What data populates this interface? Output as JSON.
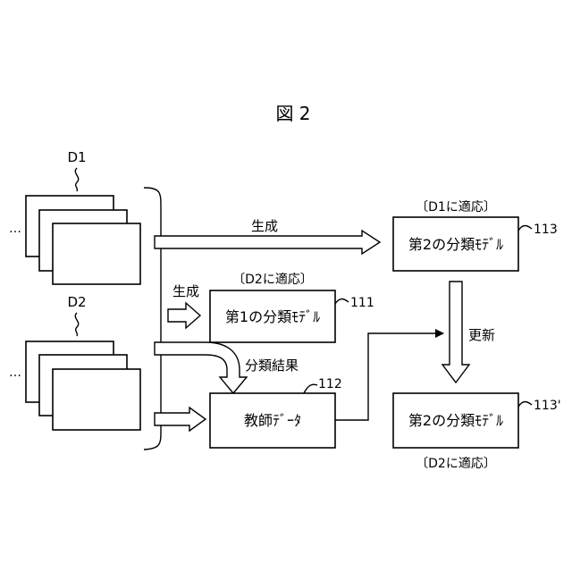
{
  "figure": {
    "title": "図 2"
  },
  "datasets": {
    "d1": {
      "label": "D1",
      "ellipsis": "…"
    },
    "d2": {
      "label": "D2",
      "ellipsis": "…"
    }
  },
  "arrows": {
    "generate_top": "生成",
    "generate_mid": "生成",
    "classification_result": "分類結果",
    "update": "更新"
  },
  "boxes": {
    "model_111": {
      "text": "第1の分類ﾓﾃﾞﾙ",
      "ref": "111",
      "tag": "〔D2に適応〕"
    },
    "model_113": {
      "text": "第2の分類ﾓﾃﾞﾙ",
      "ref": "113",
      "tag": "〔D1に適応〕"
    },
    "teacher_112": {
      "text": "教師ﾃﾞｰﾀ",
      "ref": "112"
    },
    "model_113p": {
      "text": "第2の分類ﾓﾃﾞﾙ",
      "ref": "113'",
      "tag": "〔D2に適応〕"
    }
  }
}
